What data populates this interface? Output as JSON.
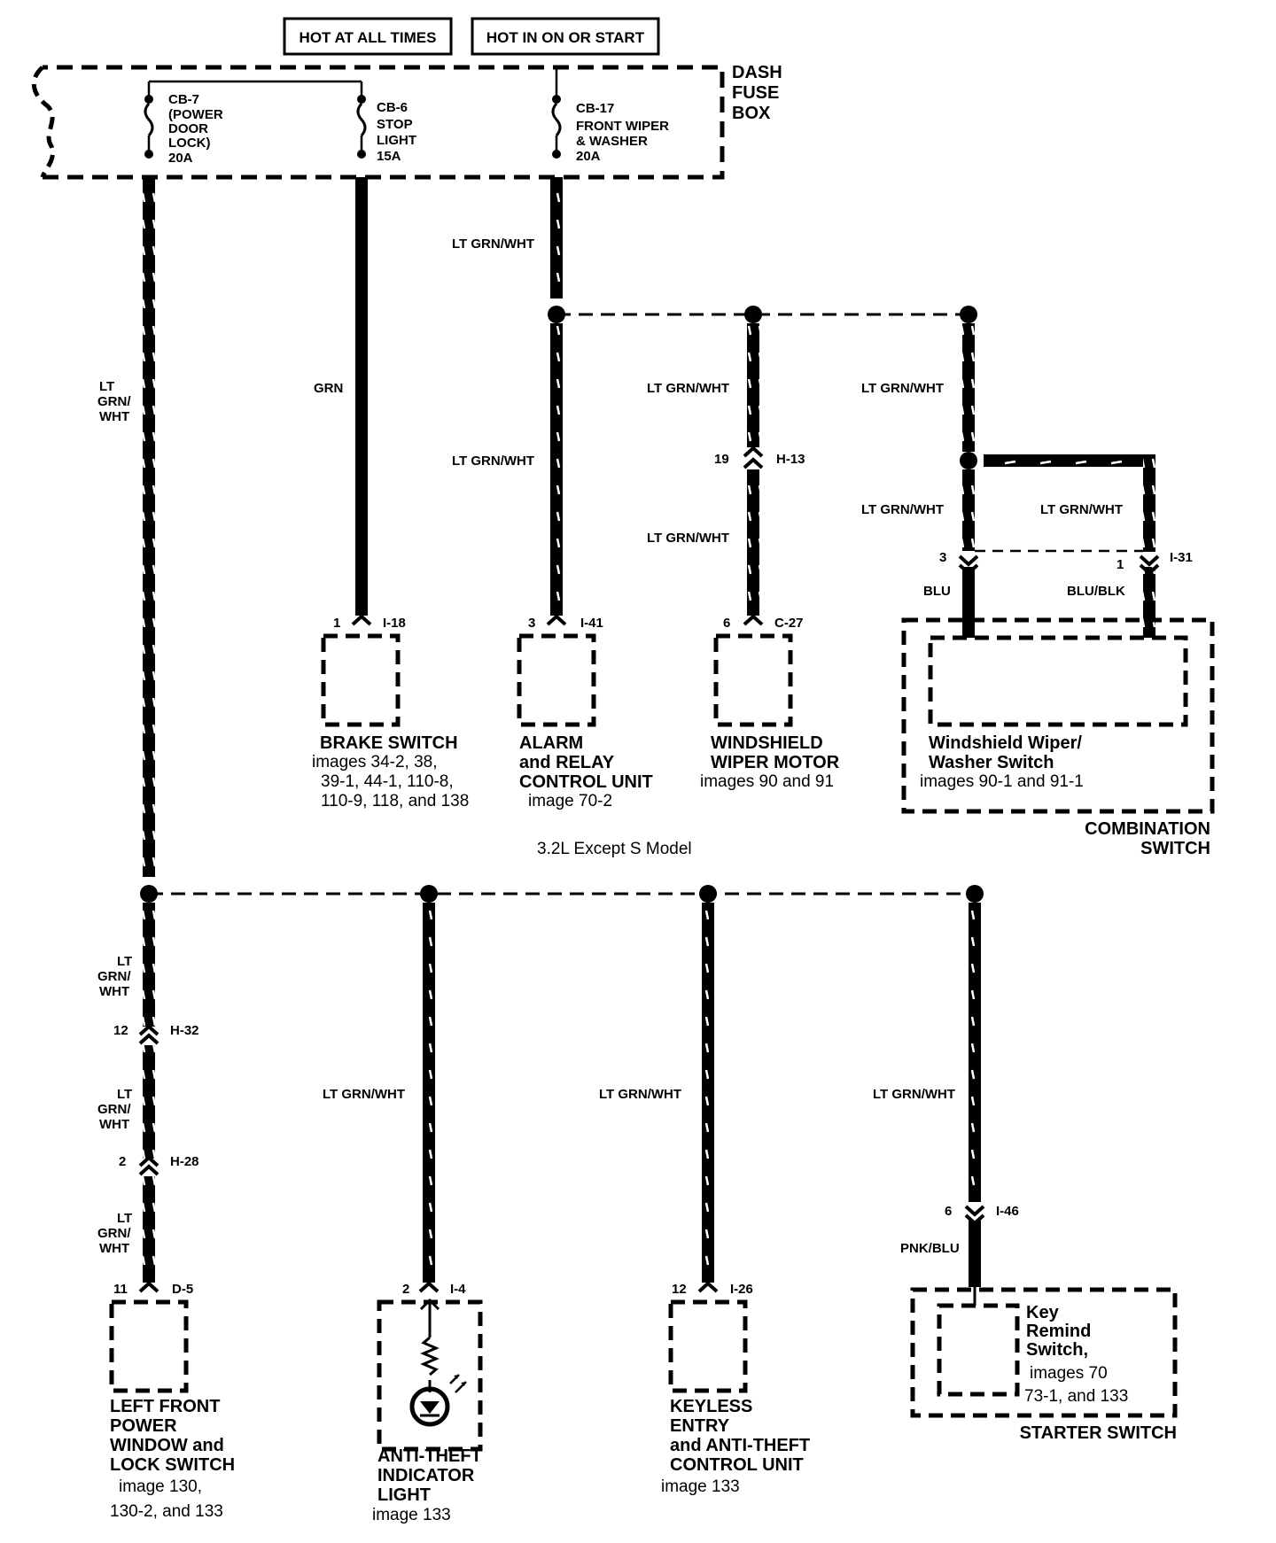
{
  "header": {
    "hot_at_all_times": "HOT AT ALL TIMES",
    "hot_in_on_or_start": "HOT IN ON OR START"
  },
  "fuse_box": {
    "label": [
      "DASH",
      "FUSE",
      "BOX"
    ],
    "fuses": [
      {
        "id": "CB-7",
        "lines": [
          "CB-7",
          "(POWER",
          "DOOR",
          "LOCK)",
          "20A"
        ]
      },
      {
        "id": "CB-6",
        "lines": [
          "CB-6",
          "STOP",
          "LIGHT",
          "15A"
        ]
      },
      {
        "id": "CB-17",
        "lines": [
          "CB-17",
          "FRONT WIPER",
          "& WASHER",
          "20A"
        ]
      }
    ]
  },
  "wires": {
    "lt_grn_wht": "LT GRN/WHT",
    "lt_grn_wht_stacked": [
      "LT",
      "GRN/",
      "WHT"
    ],
    "grn": "GRN",
    "blu": "BLU",
    "blu_blk": "BLU/BLK",
    "pnk_blu": "PNK/BLU"
  },
  "connectors": {
    "i18": {
      "pin": "1",
      "id": "I-18"
    },
    "i41": {
      "pin": "3",
      "id": "I-41"
    },
    "h13": {
      "pin": "19",
      "id": "H-13"
    },
    "c27": {
      "pin": "6",
      "id": "C-27"
    },
    "i31_a": {
      "pin": "3"
    },
    "i31_b": {
      "pin": "1",
      "id": "I-31"
    },
    "h32": {
      "pin": "12",
      "id": "H-32"
    },
    "h28": {
      "pin": "2",
      "id": "H-28"
    },
    "d5": {
      "pin": "11",
      "id": "D-5"
    },
    "i4": {
      "pin": "2",
      "id": "I-4"
    },
    "i26": {
      "pin": "12",
      "id": "I-26"
    },
    "i46": {
      "pin": "6",
      "id": "I-46"
    }
  },
  "components": {
    "brake_switch": {
      "name": "BRAKE SWITCH",
      "refs": [
        "images 34-2, 38,",
        "39-1, 44-1, 110-8,",
        "110-9, 118, and 138"
      ]
    },
    "alarm_unit": {
      "name": [
        "ALARM",
        "and RELAY",
        "CONTROL UNIT"
      ],
      "refs": [
        "image 70-2"
      ]
    },
    "wiper_motor": {
      "name": [
        "WINDSHIELD",
        "WIPER MOTOR"
      ],
      "refs": [
        "images 90 and 91"
      ]
    },
    "wiper_switch": {
      "name": [
        "Windshield Wiper/",
        "Washer Switch"
      ],
      "refs": [
        "images 90-1 and 91-1"
      ]
    },
    "combination_switch": {
      "name": [
        "COMBINATION",
        "SWITCH"
      ]
    },
    "model_note": "3.2L Except S Model",
    "left_front_window": {
      "name": [
        "LEFT FRONT",
        "POWER",
        "WINDOW and",
        "LOCK SWITCH"
      ],
      "refs": [
        "image 130,",
        "130-2, and 133"
      ]
    },
    "anti_theft_light": {
      "name": [
        "ANTI-THEFT",
        "INDICATOR",
        "LIGHT"
      ],
      "refs": [
        "image 133"
      ]
    },
    "keyless_entry": {
      "name": [
        "KEYLESS",
        "ENTRY",
        "and ANTI-THEFT",
        "CONTROL UNIT"
      ],
      "refs": [
        "image 133"
      ]
    },
    "key_remind": {
      "name": [
        "Key",
        "Remind",
        "Switch,"
      ],
      "refs": [
        "images 70",
        "73-1, and 133"
      ]
    },
    "starter_switch": {
      "name": "STARTER SWITCH"
    }
  }
}
